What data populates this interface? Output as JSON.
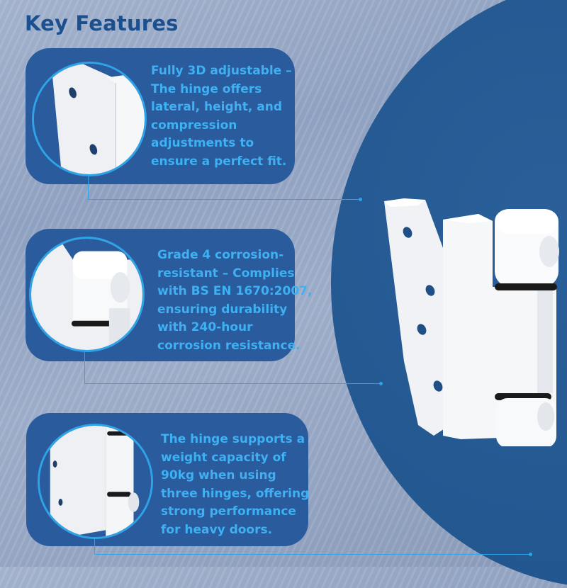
{
  "header": {
    "title": "Key Features"
  },
  "features": [
    {
      "icon": "hinge-plate-closeup",
      "text": "Fully 3D adjustable –\nThe hinge offers\nlateral, height, and\ncompression\nadjustments to\nensure a perfect fit."
    },
    {
      "icon": "hinge-knuckle-closeup",
      "text": "Grade 4 corrosion-\nresistant – Complies\nwith BS EN 1670:2007,\nensuring durability\nwith 240-hour\ncorrosion resistance."
    },
    {
      "icon": "hinge-side-closeup",
      "text": "The hinge supports a\nweight capacity of\n90kg when using\nthree hinges, offering\nstrong performance\nfor heavy doors."
    }
  ],
  "product": {
    "name": "white-3d-adjustable-door-hinge"
  },
  "colors": {
    "title": "#1b4f8e",
    "card": "#2a5b9c",
    "accent": "#2ea3e8",
    "text": "#3fb0f2",
    "circle": "#235891"
  }
}
